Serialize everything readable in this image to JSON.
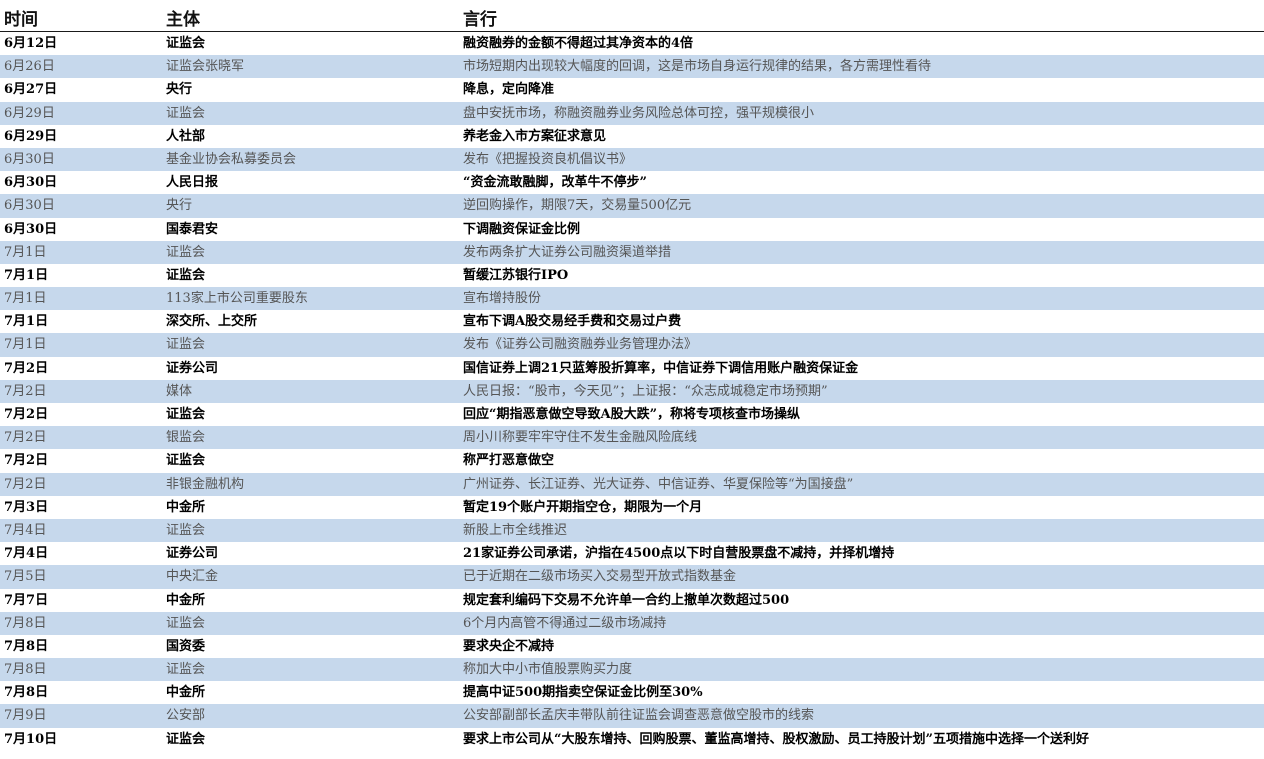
{
  "header": {
    "col_time": "时间",
    "col_subject": "主体",
    "col_statement": "言行"
  },
  "rows": [
    {
      "time": "6月12日",
      "subject": "证监会",
      "statement": "融资融券的金额不得超过其净资本的4倍",
      "strong": true,
      "alt": false
    },
    {
      "time": "6月26日",
      "subject": "证监会张晓军",
      "statement": "市场短期内出现较大幅度的回调，这是市场自身运行规律的结果，各方需理性看待",
      "strong": false,
      "alt": true
    },
    {
      "time": "6月27日",
      "subject": "央行",
      "statement": "降息，定向降准",
      "strong": true,
      "alt": false
    },
    {
      "time": "6月29日",
      "subject": "证监会",
      "statement": "盘中安抚市场，称融资融券业务风险总体可控，强平规模很小",
      "strong": false,
      "alt": true
    },
    {
      "time": "6月29日",
      "subject": "人社部",
      "statement": "养老金入市方案征求意见",
      "strong": true,
      "alt": false
    },
    {
      "time": "6月30日",
      "subject": "基金业协会私募委员会",
      "statement": "发布《把握投资良机倡议书》",
      "strong": false,
      "alt": true
    },
    {
      "time": "6月30日",
      "subject": "人民日报",
      "statement": "“资金流敢融脚，改革牛不停步”",
      "strong": true,
      "alt": false
    },
    {
      "time": "6月30日",
      "subject": "央行",
      "statement": "逆回购操作，期限7天，交易量500亿元",
      "strong": false,
      "alt": true
    },
    {
      "time": "6月30日",
      "subject": "国泰君安",
      "statement": "下调融资保证金比例",
      "strong": true,
      "alt": false
    },
    {
      "time": "7月1日",
      "subject": "证监会",
      "statement": "发布两条扩大证券公司融资渠道举措",
      "strong": false,
      "alt": true
    },
    {
      "time": "7月1日",
      "subject": "证监会",
      "statement": "暂缓江苏银行IPO",
      "strong": true,
      "alt": false
    },
    {
      "time": "7月1日",
      "subject": "113家上市公司重要股东",
      "statement": "宣布增持股份",
      "strong": false,
      "alt": true
    },
    {
      "time": "7月1日",
      "subject": "深交所、上交所",
      "statement": "宣布下调A股交易经手费和交易过户费",
      "strong": true,
      "alt": false
    },
    {
      "time": "7月1日",
      "subject": "证监会",
      "statement": "发布《证券公司融资融券业务管理办法》",
      "strong": false,
      "alt": true
    },
    {
      "time": "7月2日",
      "subject": "证券公司",
      "statement": "国信证券上调21只蓝筹股折算率，中信证券下调信用账户融资保证金",
      "strong": true,
      "alt": false
    },
    {
      "time": "7月2日",
      "subject": "媒体",
      "statement": "人民日报：“股市，今天见”；上证报：“众志成城稳定市场预期”",
      "strong": false,
      "alt": true
    },
    {
      "time": "7月2日",
      "subject": "证监会",
      "statement": "回应“期指恶意做空导致A股大跌”，称将专项核查市场操纵",
      "strong": true,
      "alt": false
    },
    {
      "time": "7月2日",
      "subject": "银监会",
      "statement": "周小川称要牢牢守住不发生金融风险底线",
      "strong": false,
      "alt": true
    },
    {
      "time": "7月2日",
      "subject": "证监会",
      "statement": "称严打恶意做空",
      "strong": true,
      "alt": false
    },
    {
      "time": "7月2日",
      "subject": "非银金融机构",
      "statement": "广州证券、长江证券、光大证券、中信证券、华夏保险等“为国接盘”",
      "strong": false,
      "alt": true
    },
    {
      "time": "7月3日",
      "subject": "中金所",
      "statement": "暂定19个账户开期指空仓，期限为一个月",
      "strong": true,
      "alt": false
    },
    {
      "time": "7月4日",
      "subject": "证监会",
      "statement": "新股上市全线推迟",
      "strong": false,
      "alt": true
    },
    {
      "time": "7月4日",
      "subject": "证券公司",
      "statement": "21家证券公司承诺，沪指在4500点以下时自营股票盘不减持，并择机增持",
      "strong": true,
      "alt": false
    },
    {
      "time": "7月5日",
      "subject": "中央汇金",
      "statement": "已于近期在二级市场买入交易型开放式指数基金",
      "strong": false,
      "alt": true
    },
    {
      "time": "7月7日",
      "subject": "中金所",
      "statement": "规定套利编码下交易不允许单一合约上撤单次数超过500",
      "strong": true,
      "alt": false
    },
    {
      "time": "7月8日",
      "subject": "证监会",
      "statement": "6个月内高管不得通过二级市场减持",
      "strong": false,
      "alt": true
    },
    {
      "time": "7月8日",
      "subject": "国资委",
      "statement": "要求央企不减持",
      "strong": true,
      "alt": false
    },
    {
      "time": "7月8日",
      "subject": "证监会",
      "statement": "称加大中小市值股票购买力度",
      "strong": false,
      "alt": true
    },
    {
      "time": "7月8日",
      "subject": "中金所",
      "statement": "提高中证500期指卖空保证金比例至30%",
      "strong": true,
      "alt": false
    },
    {
      "time": "7月9日",
      "subject": "公安部",
      "statement": "公安部副部长孟庆丰带队前往证监会调查恶意做空股市的线索",
      "strong": false,
      "alt": true
    },
    {
      "time": "7月10日",
      "subject": "证监会",
      "statement": "要求上市公司从“大股东增持、回购股票、董监高增持、股权激励、员工持股计划”五项措施中选择一个送利好",
      "strong": true,
      "alt": false
    }
  ]
}
